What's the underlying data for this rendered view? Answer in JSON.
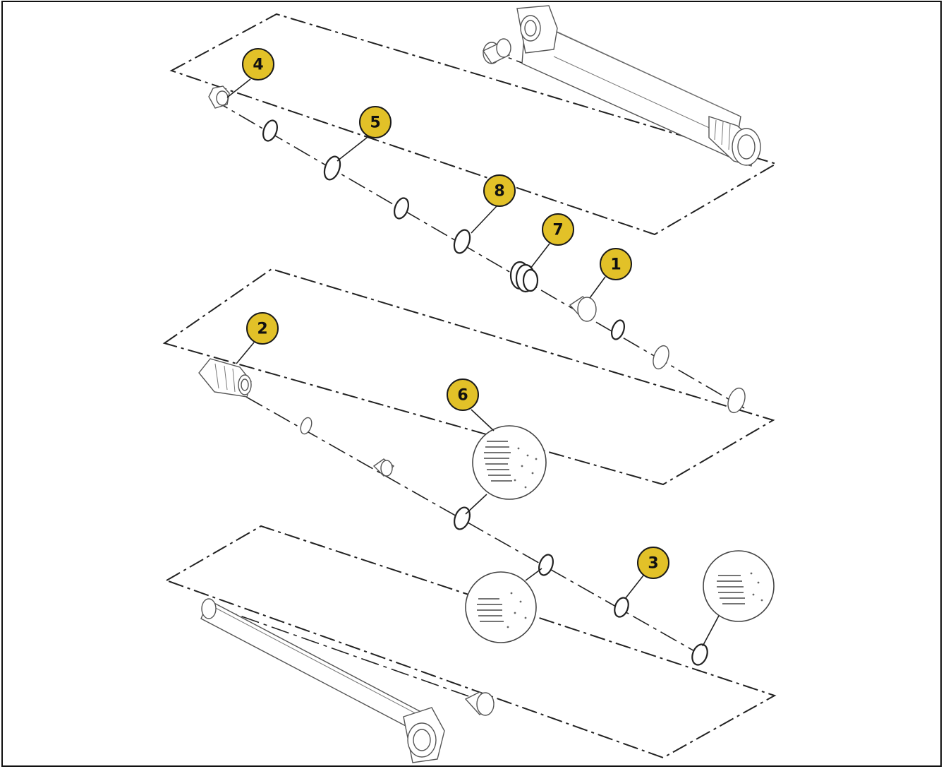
{
  "diagram": {
    "callouts": [
      {
        "id": "callout-4",
        "label": "4"
      },
      {
        "id": "callout-5",
        "label": "5"
      },
      {
        "id": "callout-8",
        "label": "8"
      },
      {
        "id": "callout-7",
        "label": "7"
      },
      {
        "id": "callout-1",
        "label": "1"
      },
      {
        "id": "callout-2",
        "label": "2"
      },
      {
        "id": "callout-6",
        "label": "6"
      },
      {
        "id": "callout-3",
        "label": "3"
      }
    ],
    "colors": {
      "callout_fill": "#e2c128",
      "line": "#222222",
      "background": "#ffffff"
    }
  }
}
